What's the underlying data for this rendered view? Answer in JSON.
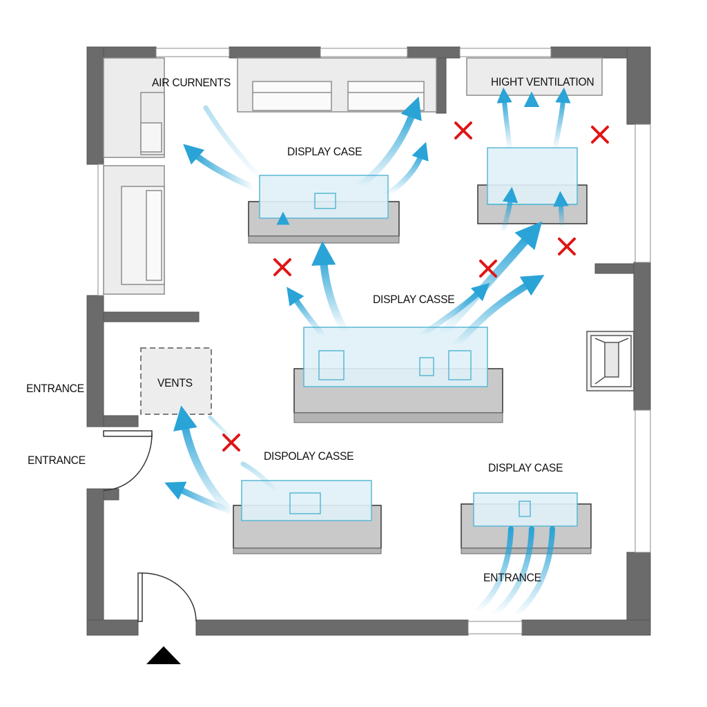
{
  "labels": {
    "air_currents": "AIR CURNENTS",
    "high_ventilation": "HIGHT VENTILATION",
    "display_case_top": "DISPLAY CASE",
    "display_case_center": "DISPLAY CASSE",
    "vents": "VENTS",
    "entrance_upper": "ENTRANCE",
    "entrance_lower": "ENTRANCE",
    "display_case_lower_left": "DISPOLAY CASSE",
    "display_case_lower_right": "DISPLAY CASE",
    "entrance_bottom": "ENTRANCE"
  },
  "colors": {
    "wall": "#6b6b6b",
    "floor": "#ffffff",
    "case_base": "#c9c9c9",
    "case_glass": "#dff1f7",
    "case_outline": "#58b7d4",
    "airflow": "#2aa3d6",
    "blocked_marker": "#e01515",
    "entrance_marker": "#000000"
  },
  "icons": {
    "blocked": "red-x-icon",
    "airflow": "airflow-arrow-icon",
    "entrance": "entrance-triangle-icon"
  }
}
